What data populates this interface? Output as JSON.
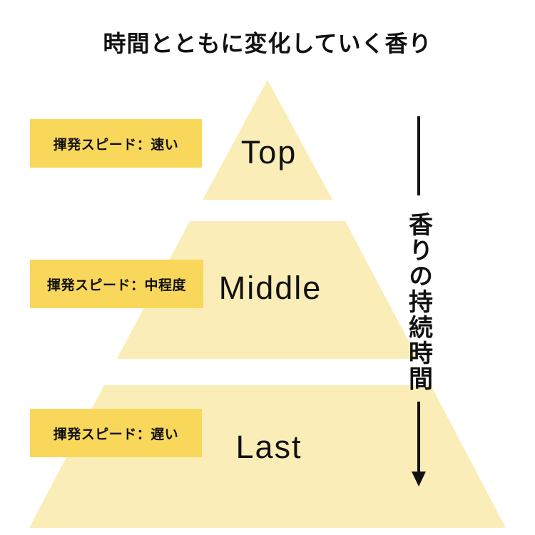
{
  "title": "時間とともに変化していく香り",
  "pyramid": {
    "tiers": [
      {
        "name": "Top",
        "speed_label": "揮発スピード：速い"
      },
      {
        "name": "Middle",
        "speed_label": "揮発スピード：中程度"
      },
      {
        "name": "Last",
        "speed_label": "揮発スピード：遅い"
      }
    ]
  },
  "duration_axis": {
    "label": "香りの持続時間",
    "arrow_icon": "arrow-down"
  },
  "colors": {
    "box-yellow": "#F8D75B",
    "pyramid-fill": "#FAEDB7",
    "ink": "#111111",
    "bg": "#FFFFFF"
  }
}
